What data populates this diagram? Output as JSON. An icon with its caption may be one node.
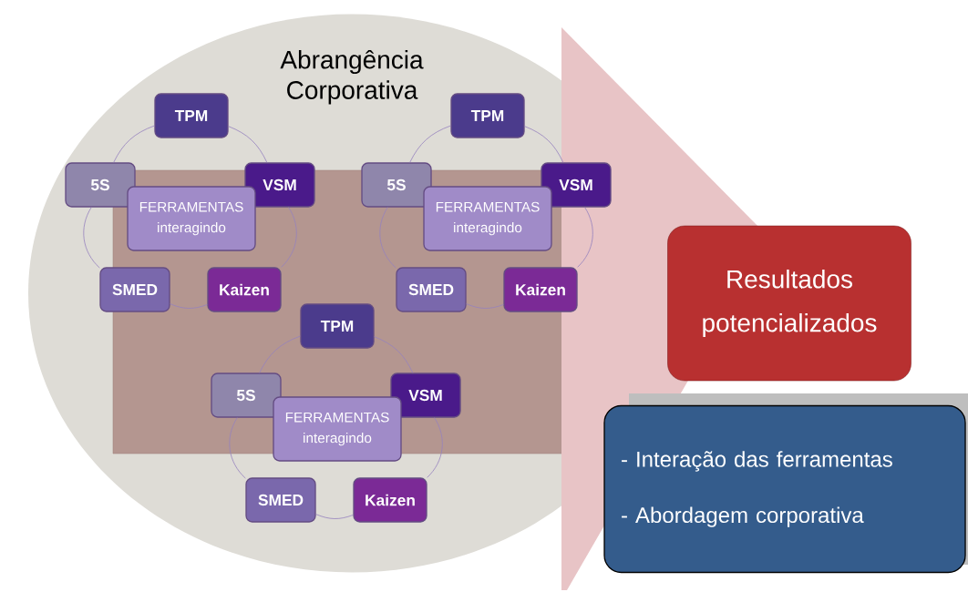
{
  "diagram": {
    "nodes": [
      {
        "text": [
          "Abrangência Corporativa"
        ]
      },
      {
        "text": [
          "TPM"
        ],
        "in": 0
      },
      {
        "text": [
          "5S"
        ],
        "in": 0
      },
      {
        "text": [
          "VSM"
        ],
        "in": 0
      },
      {
        "text": [
          "FERRAMENTAS interagindo"
        ],
        "in": 0
      },
      {
        "text": [
          "SMED"
        ],
        "in": 0
      },
      {
        "text": [
          "Kaizen"
        ],
        "in": 0
      },
      {
        "text": [
          "TPM"
        ],
        "in": 0
      },
      {
        "text": [
          "5S"
        ],
        "in": 0
      },
      {
        "text": [
          "VSM"
        ],
        "in": 0
      },
      {
        "text": [
          "FERRAMENTAS interagindo"
        ],
        "in": 0
      },
      {
        "text": [
          "SMED"
        ],
        "in": 0
      },
      {
        "text": [
          "Kaizen"
        ],
        "in": 0
      },
      {
        "text": [
          "TPM"
        ],
        "in": 0
      },
      {
        "text": [
          "5S"
        ],
        "in": 0
      },
      {
        "text": [
          "VSM"
        ],
        "in": 0
      },
      {
        "text": [
          "FERRAMENTAS interagindo"
        ],
        "in": 0
      },
      {
        "text": [
          "SMED"
        ],
        "in": 0
      },
      {
        "text": [
          "Kaizen"
        ],
        "in": 0
      },
      {
        "text": [
          "Resultados potencializados"
        ]
      },
      {
        "text": [
          "- Interação das ferramentas",
          "- Abordagem corporativa"
        ]
      }
    ],
    "edges": [
      {
        "from": 1,
        "to": 3,
        "arrow": "none"
      },
      {
        "from": 3,
        "to": 6,
        "arrow": "none"
      },
      {
        "from": 6,
        "to": 5,
        "arrow": "none"
      },
      {
        "from": 5,
        "to": 2,
        "arrow": "none"
      },
      {
        "from": 2,
        "to": 1,
        "arrow": "none"
      },
      {
        "from": 7,
        "to": 9,
        "arrow": "none"
      },
      {
        "from": 9,
        "to": 12,
        "arrow": "none"
      },
      {
        "from": 12,
        "to": 11,
        "arrow": "none"
      },
      {
        "from": 11,
        "to": 8,
        "arrow": "none"
      },
      {
        "from": 8,
        "to": 7,
        "arrow": "none"
      },
      {
        "from": 13,
        "to": 15,
        "arrow": "none"
      },
      {
        "from": 15,
        "to": 18,
        "arrow": "none"
      },
      {
        "from": 18,
        "to": 17,
        "arrow": "none"
      },
      {
        "from": 17,
        "to": 14,
        "arrow": "none"
      },
      {
        "from": 14,
        "to": 13,
        "arrow": "none"
      }
    ]
  }
}
